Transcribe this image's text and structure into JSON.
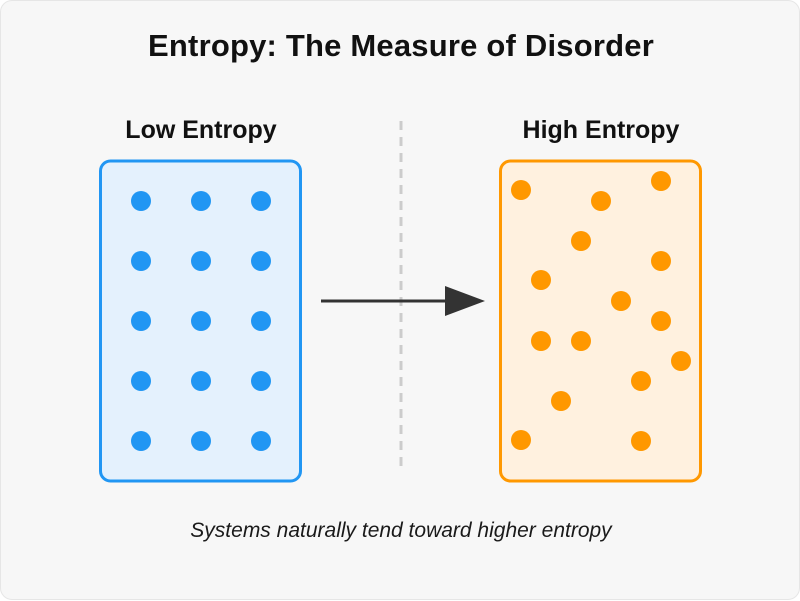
{
  "title": "Entropy: The Measure of Disorder",
  "low": {
    "label": "Low Entropy",
    "fill": "#e4f1fd",
    "stroke": "#2196f3",
    "particle_color": "#2196f3",
    "particle_count": 15
  },
  "high": {
    "label": "High Entropy",
    "fill": "#fff1df",
    "stroke": "#ff9800",
    "particle_color": "#ff9800",
    "particle_count": 15
  },
  "arrow_color": "#333333",
  "divider_color": "#cccccc",
  "caption": "Systems naturally tend toward higher entropy"
}
